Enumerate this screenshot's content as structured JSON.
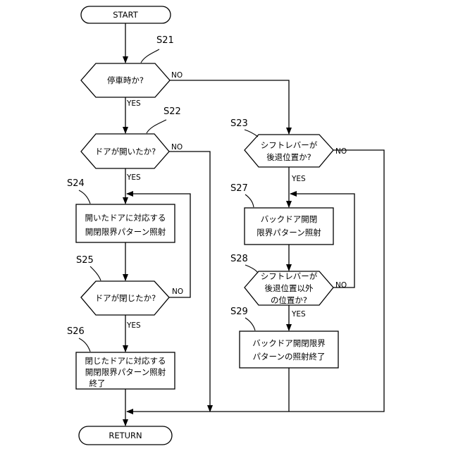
{
  "terminals": {
    "start": "START",
    "return": "RETURN"
  },
  "steps": {
    "s21": {
      "id": "S21",
      "lines": [
        "停車時か?"
      ]
    },
    "s22": {
      "id": "S22",
      "lines": [
        "ドアが開いたか?"
      ]
    },
    "s23": {
      "id": "S23",
      "lines": [
        "シフトレバーが",
        "後退位置か?"
      ]
    },
    "s24": {
      "id": "S24",
      "lines": [
        "開いたドアに対応する",
        "開閉限界パターン照射"
      ]
    },
    "s25": {
      "id": "S25",
      "lines": [
        "ドアが閉じたか?"
      ]
    },
    "s26": {
      "id": "S26",
      "lines": [
        "閉じたドアに対応する",
        "開閉限界パターン照射",
        "終了"
      ]
    },
    "s27": {
      "id": "S27",
      "lines": [
        "バックドア開閉",
        "限界パターン照射"
      ]
    },
    "s28": {
      "id": "S28",
      "lines": [
        "シフトレバーが",
        "後退位置以外",
        "の位置か?"
      ]
    },
    "s29": {
      "id": "S29",
      "lines": [
        "バックドア開閉限界",
        "パターンの照射終了"
      ]
    }
  },
  "branch_labels": {
    "yes": "YES",
    "no": "NO"
  }
}
